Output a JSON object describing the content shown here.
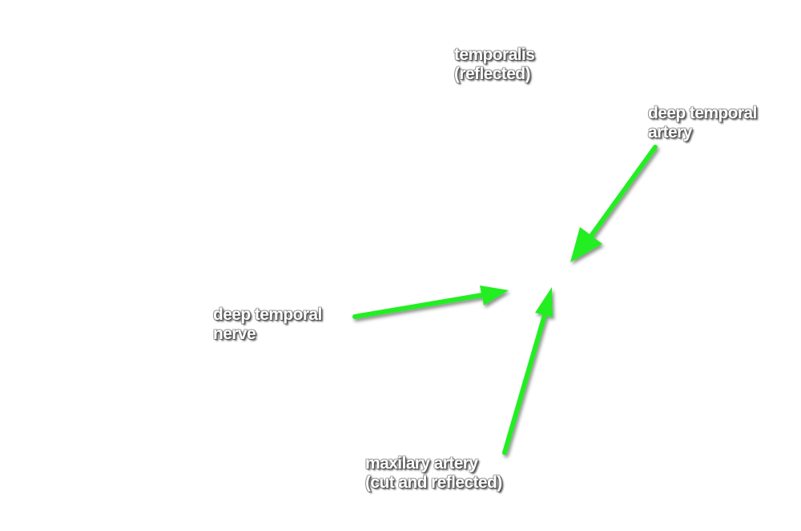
{
  "labels": {
    "temporalis": {
      "line1": "temporalis",
      "line2": "(reflected)"
    },
    "deep_temporal_artery": {
      "line1": "deep temporal",
      "line2": "artery"
    },
    "deep_temporal_nerve": {
      "line1": "deep temporal",
      "line2": "nerve"
    },
    "maxillary_artery": {
      "line1": "maxilary artery",
      "line2": "(cut and reflected)"
    }
  },
  "colors": {
    "arrow": "#22ee22",
    "label_text": "#ffffff",
    "background": "#ffffff"
  }
}
